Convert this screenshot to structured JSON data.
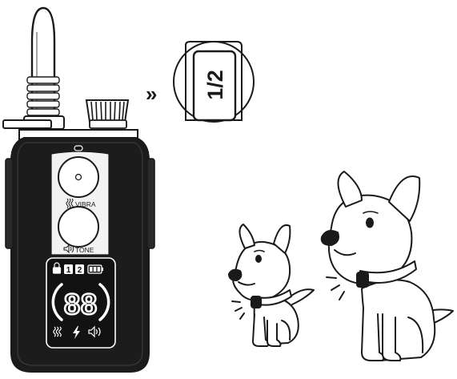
{
  "remote": {
    "vibra_label": "VIBRA",
    "tone_label": "TONE",
    "screen": {
      "channels": [
        "1",
        "2"
      ],
      "level_value": "88",
      "battery": "full"
    }
  },
  "switch_callout": {
    "arrow": "»",
    "label": "1/2"
  },
  "icons": {
    "vibration": "vibration-icon",
    "shock": "lightning-icon",
    "tone": "speaker-icon",
    "lock": "lock-icon",
    "battery": "battery-icon"
  },
  "colors": {
    "line": "#1a1a1a",
    "screen": "#121212",
    "body": "#1c1c1c",
    "white": "#ffffff"
  },
  "dogs": [
    {
      "name": "small-dog"
    },
    {
      "name": "large-dog"
    }
  ]
}
